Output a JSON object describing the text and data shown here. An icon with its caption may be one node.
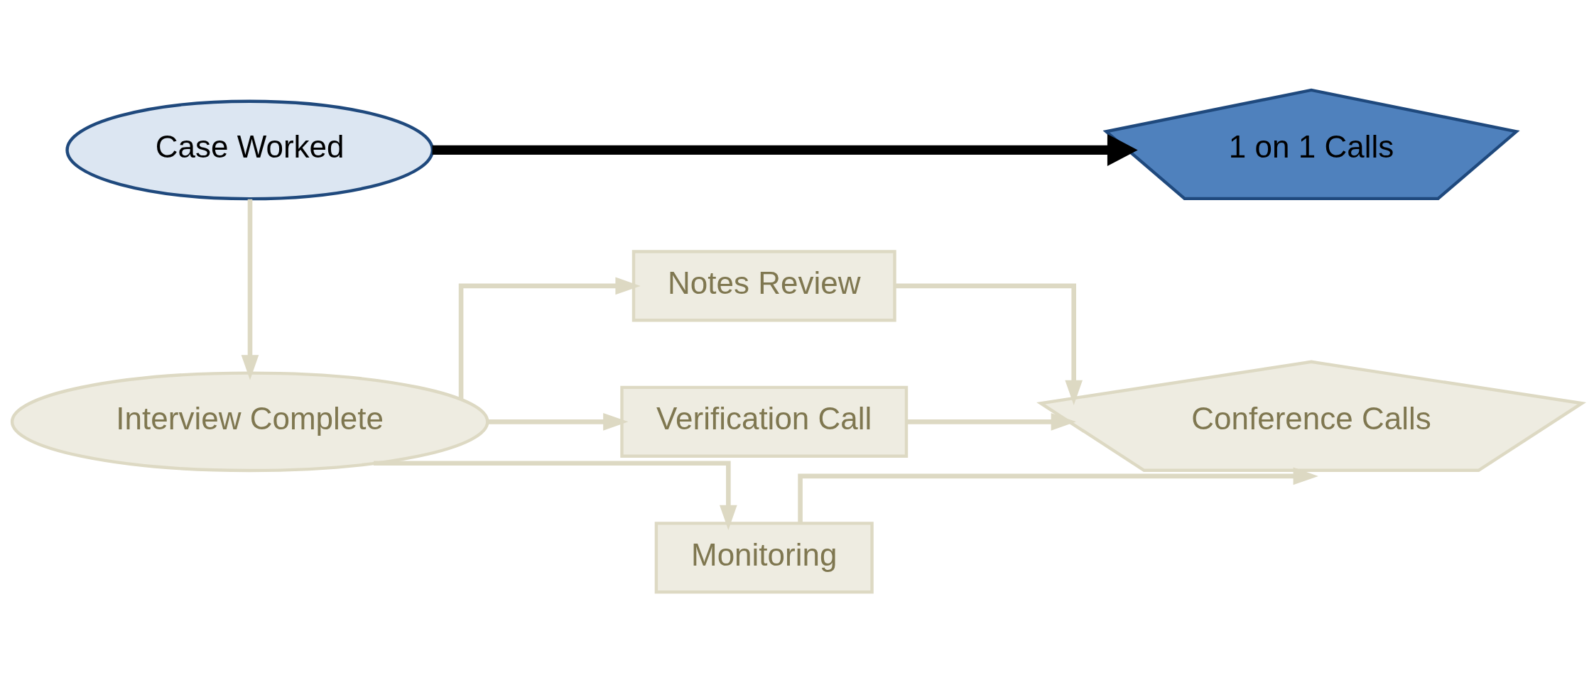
{
  "diagram": {
    "nodes": [
      {
        "text": [
          "Case Worked"
        ]
      },
      {
        "text": [
          "Interview Complete"
        ]
      },
      {
        "text": [
          "Notes Review"
        ]
      },
      {
        "text": [
          "Verification Call"
        ]
      },
      {
        "text": [
          "Monitoring"
        ]
      },
      {
        "text": [
          "1 on 1 Calls"
        ]
      },
      {
        "text": [
          "Conference Calls"
        ]
      }
    ],
    "edges": [
      {
        "from": 0,
        "to": 5,
        "arrow": "to",
        "style": "thick",
        "color": "#000000"
      },
      {
        "from": 0,
        "to": 1,
        "arrow": "to"
      },
      {
        "from": 1,
        "to": 2,
        "arrow": "to"
      },
      {
        "from": 1,
        "to": 3,
        "arrow": "to"
      },
      {
        "from": 1,
        "to": 4,
        "arrow": "to"
      },
      {
        "from": 2,
        "to": 6,
        "arrow": "to"
      },
      {
        "from": 3,
        "to": 6,
        "arrow": "to"
      },
      {
        "from": 4,
        "to": 6,
        "arrow": "to"
      }
    ]
  }
}
